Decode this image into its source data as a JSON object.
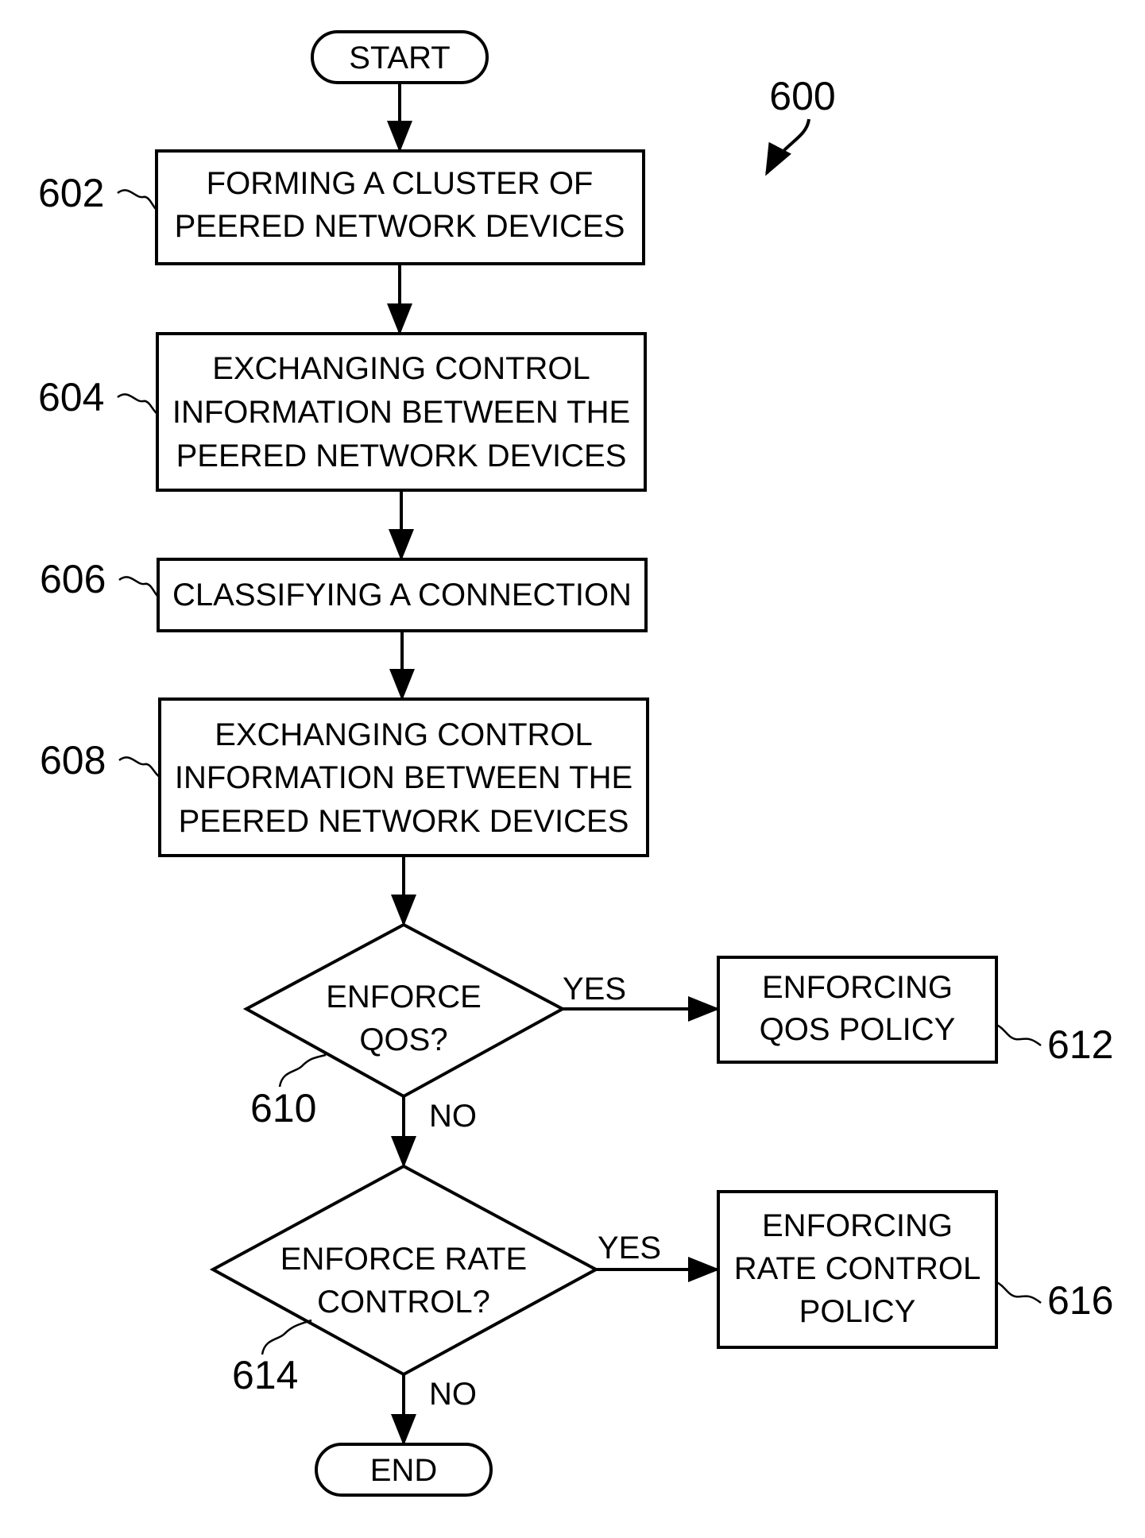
{
  "figure": {
    "number": "600"
  },
  "nodes": {
    "start": {
      "label": "START"
    },
    "step_602": {
      "ref": "602",
      "lines": [
        "FORMING A CLUSTER OF",
        "PEERED NETWORK DEVICES"
      ]
    },
    "step_604": {
      "ref": "604",
      "lines": [
        "EXCHANGING CONTROL",
        "INFORMATION BETWEEN THE",
        "PEERED NETWORK DEVICES"
      ]
    },
    "step_606": {
      "ref": "606",
      "lines": [
        "CLASSIFYING A CONNECTION"
      ]
    },
    "step_608": {
      "ref": "608",
      "lines": [
        "EXCHANGING CONTROL",
        "INFORMATION BETWEEN THE",
        "PEERED NETWORK DEVICES"
      ]
    },
    "decision_610": {
      "ref": "610",
      "lines": [
        "ENFORCE",
        "QOS?"
      ]
    },
    "step_612": {
      "ref": "612",
      "lines": [
        "ENFORCING",
        "QOS POLICY"
      ]
    },
    "decision_614": {
      "ref": "614",
      "lines": [
        "ENFORCE RATE",
        "CONTROL?"
      ]
    },
    "step_616": {
      "ref": "616",
      "lines": [
        "ENFORCING",
        "RATE CONTROL",
        "POLICY"
      ]
    },
    "end": {
      "label": "END"
    }
  },
  "branches": {
    "yes_610": "YES",
    "no_610": "NO",
    "yes_614": "YES",
    "no_614": "NO"
  }
}
